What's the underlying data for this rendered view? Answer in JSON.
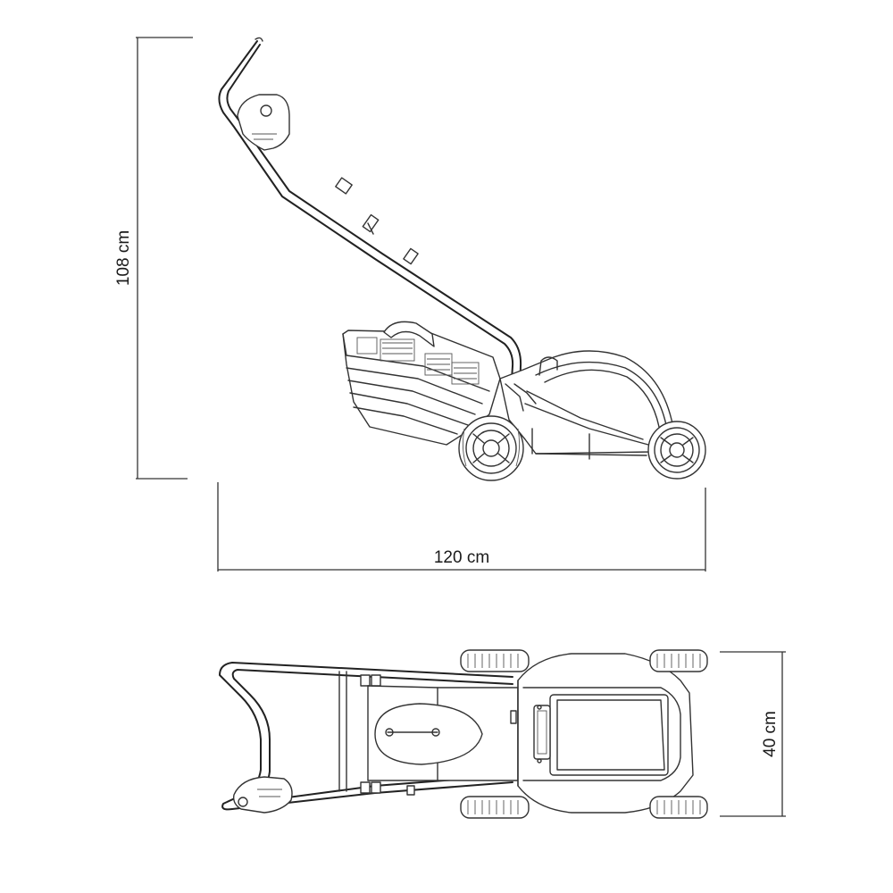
{
  "dimensions": {
    "height_label": "108 cm",
    "length_label": "120 cm",
    "width_label": "40 cm"
  },
  "colors": {
    "line": "#333333",
    "background": "#ffffff"
  }
}
